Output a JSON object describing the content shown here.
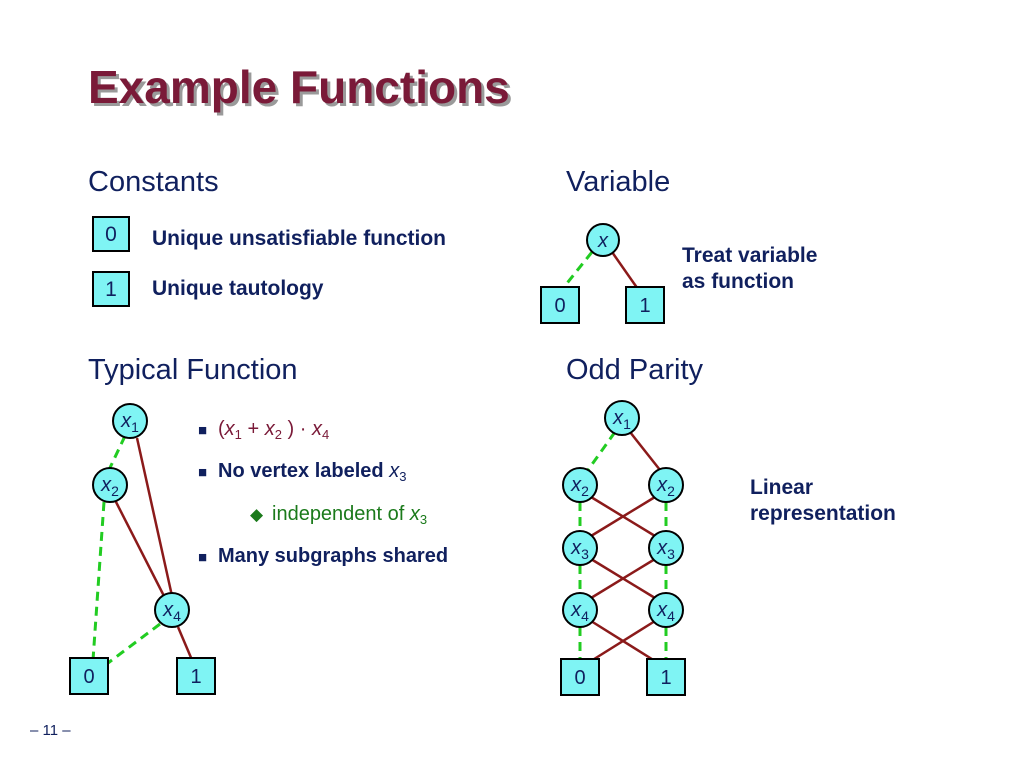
{
  "title": "Example Functions",
  "constants": {
    "heading": "Constants",
    "zero_box": "0",
    "zero_desc": "Unique unsatisfiable function",
    "one_box": "1",
    "one_desc": "Unique tautology"
  },
  "variable": {
    "heading": "Variable",
    "node_label": "x",
    "terminal_0": "0",
    "terminal_1": "1",
    "desc": "Treat variable\nas function"
  },
  "typical": {
    "heading": "Typical Function",
    "node_x1": "x",
    "node_x1_sub": "1",
    "node_x2": "x",
    "node_x2_sub": "2",
    "node_x4": "x",
    "node_x4_sub": "4",
    "terminal_0": "0",
    "terminal_1": "1",
    "bullets": {
      "formula": {
        "open": "(",
        "v1": "x",
        "s1": "1",
        "plus": " + ",
        "v2": "x",
        "s2": "2",
        "close": " ) · ",
        "v3": "x",
        "s3": "4"
      },
      "no_vertex": {
        "text": "No vertex labeled ",
        "var": "x",
        "sub": "3"
      },
      "independent": {
        "text": "independent of ",
        "var": "x",
        "sub": "3"
      },
      "shared": "Many subgraphs shared"
    }
  },
  "parity": {
    "heading": "Odd Parity",
    "nodes": {
      "x1": {
        "var": "x",
        "sub": "1"
      },
      "x2l": {
        "var": "x",
        "sub": "2"
      },
      "x2r": {
        "var": "x",
        "sub": "2"
      },
      "x3l": {
        "var": "x",
        "sub": "3"
      },
      "x3r": {
        "var": "x",
        "sub": "3"
      },
      "x4l": {
        "var": "x",
        "sub": "4"
      },
      "x4r": {
        "var": "x",
        "sub": "4"
      }
    },
    "terminal_0": "0",
    "terminal_1": "1",
    "desc": "Linear\nrepresentation"
  },
  "page_number": "– 11 –",
  "colors": {
    "title": "#7a1a38",
    "heading": "#10205e",
    "node_fill": "#7ff4f4",
    "high_edge": "#8b1a1a",
    "low_edge": "#22cc22",
    "sub_bullet": "#1b7a1b"
  }
}
